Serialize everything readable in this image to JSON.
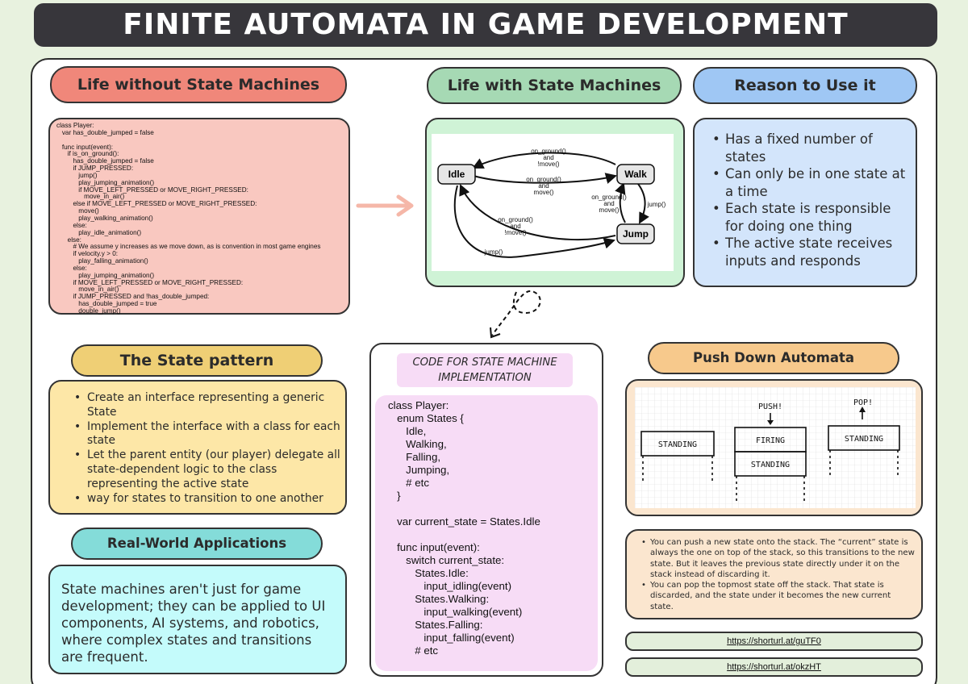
{
  "title": "FINITE AUTOMATA IN GAME DEVELOPMENT",
  "sections": {
    "without": {
      "heading": "Life without State Machines",
      "code": [
        "class Player:",
        "   var has_double_jumped = false",
        "",
        "   func input(event):",
        "      if is_on_ground():",
        "         has_double_jumped = false",
        "         if JUMP_PRESSED:",
        "            jump()",
        "            play_jumping_animation()",
        "            if MOVE_LEFT_PRESSED or MOVE_RIGHT_PRESSED:",
        "               move_in_air()",
        "         else if MOVE_LEFT_PRESSED or MOVE_RIGHT_PRESSED:",
        "            move()",
        "            play_walking_animation()",
        "         else:",
        "            play_idle_animation()",
        "      else:",
        "         # We assume y increases as we move down, as is convention in most game engines",
        "         if velocity.y > 0:",
        "            play_falling_animation()",
        "         else:",
        "            play_jumping_animation()",
        "         if MOVE_LEFT_PRESSED or MOVE_RIGHT_PRESSED:",
        "            move_in_air()",
        "         if JUMP_PRESSED and !has_double_jumped:",
        "            has_double_jumped = true",
        "            double_jump()"
      ]
    },
    "with": {
      "heading": "Life with State Machines",
      "diagram": {
        "states": {
          "idle": "Idle",
          "walk": "Walk",
          "jump": "Jump"
        },
        "labels": {
          "walk_to_idle": [
            "on_ground()",
            "and",
            "!move()"
          ],
          "idle_to_walk": [
            "on_ground()",
            "and",
            "move()"
          ],
          "jump_to_walk": [
            "on_ground()",
            "and",
            "move()"
          ],
          "walk_to_jump": "jump()",
          "jump_to_idle": [
            "on_ground()",
            "and",
            "!move()"
          ],
          "idle_to_jump": "jump()"
        }
      }
    },
    "reason": {
      "heading": "Reason to Use it",
      "items": [
        "Has a fixed number of states",
        "Can only be in one state at a time",
        "Each state is responsible for doing one thing",
        "The active state receives inputs and responds"
      ]
    },
    "state_pattern": {
      "heading": "The State pattern",
      "items": [
        "Create an interface representing a generic State",
        "Implement the interface with a class for each state",
        "Let the parent entity (our player) delegate all state-dependent logic to the class representing the active state",
        "way for states to transition to one another"
      ]
    },
    "code_impl": {
      "heading": "CODE FOR STATE MACHINE IMPLEMENTATION",
      "code": [
        "class Player:",
        "   enum States {",
        "      Idle,",
        "      Walking,",
        "      Falling,",
        "      Jumping,",
        "      # etc",
        "   }",
        "",
        "   var current_state = States.Idle",
        "",
        "   func input(event):",
        "      switch current_state:",
        "         States.Idle:",
        "            input_idling(event)",
        "         States.Walking:",
        "            input_walking(event)",
        "         States.Falling:",
        "            input_falling(event)",
        "         # etc"
      ]
    },
    "pda": {
      "heading": "Push Down Automata",
      "sketch": {
        "push": "PUSH!",
        "pop": "POP!",
        "standing": "STANDING",
        "firing": "FIRING"
      },
      "items": [
        "You can push a new state onto the stack. The “current” state is always the one on top of the stack, so this transitions to the new state. But it leaves the previous state directly under it on the stack instead of discarding it.",
        "You can pop the topmost state off the stack. That state is discarded, and the state under it becomes the new current state."
      ]
    },
    "realworld": {
      "heading": "Real-World Applications",
      "text": " State machines aren't just for game development; they can be applied to UI components, AI systems, and robotics, where complex states and transitions are frequent."
    }
  },
  "links": [
    "https://shorturl.at/guTF0",
    "https://shorturl.at/okzHT"
  ],
  "colors": {
    "title_bg": "#37363b",
    "salmon": "#f0877a",
    "salmon_light": "#f9c8c0",
    "green": "#a6d9b4",
    "green_light": "#cff3d6",
    "blue": "#9fc7f4",
    "blue_light": "#d3e5fb",
    "yellow": "#efcf75",
    "yellow_light": "#fde7a7",
    "teal": "#84dcd9",
    "cyan_light": "#c4fbfb",
    "orange": "#f7c98c",
    "orange_light": "#fbe6cf",
    "pink": "#f7dcf6",
    "link_bg": "#e3efdb",
    "arrow": "#f5b7a8"
  }
}
